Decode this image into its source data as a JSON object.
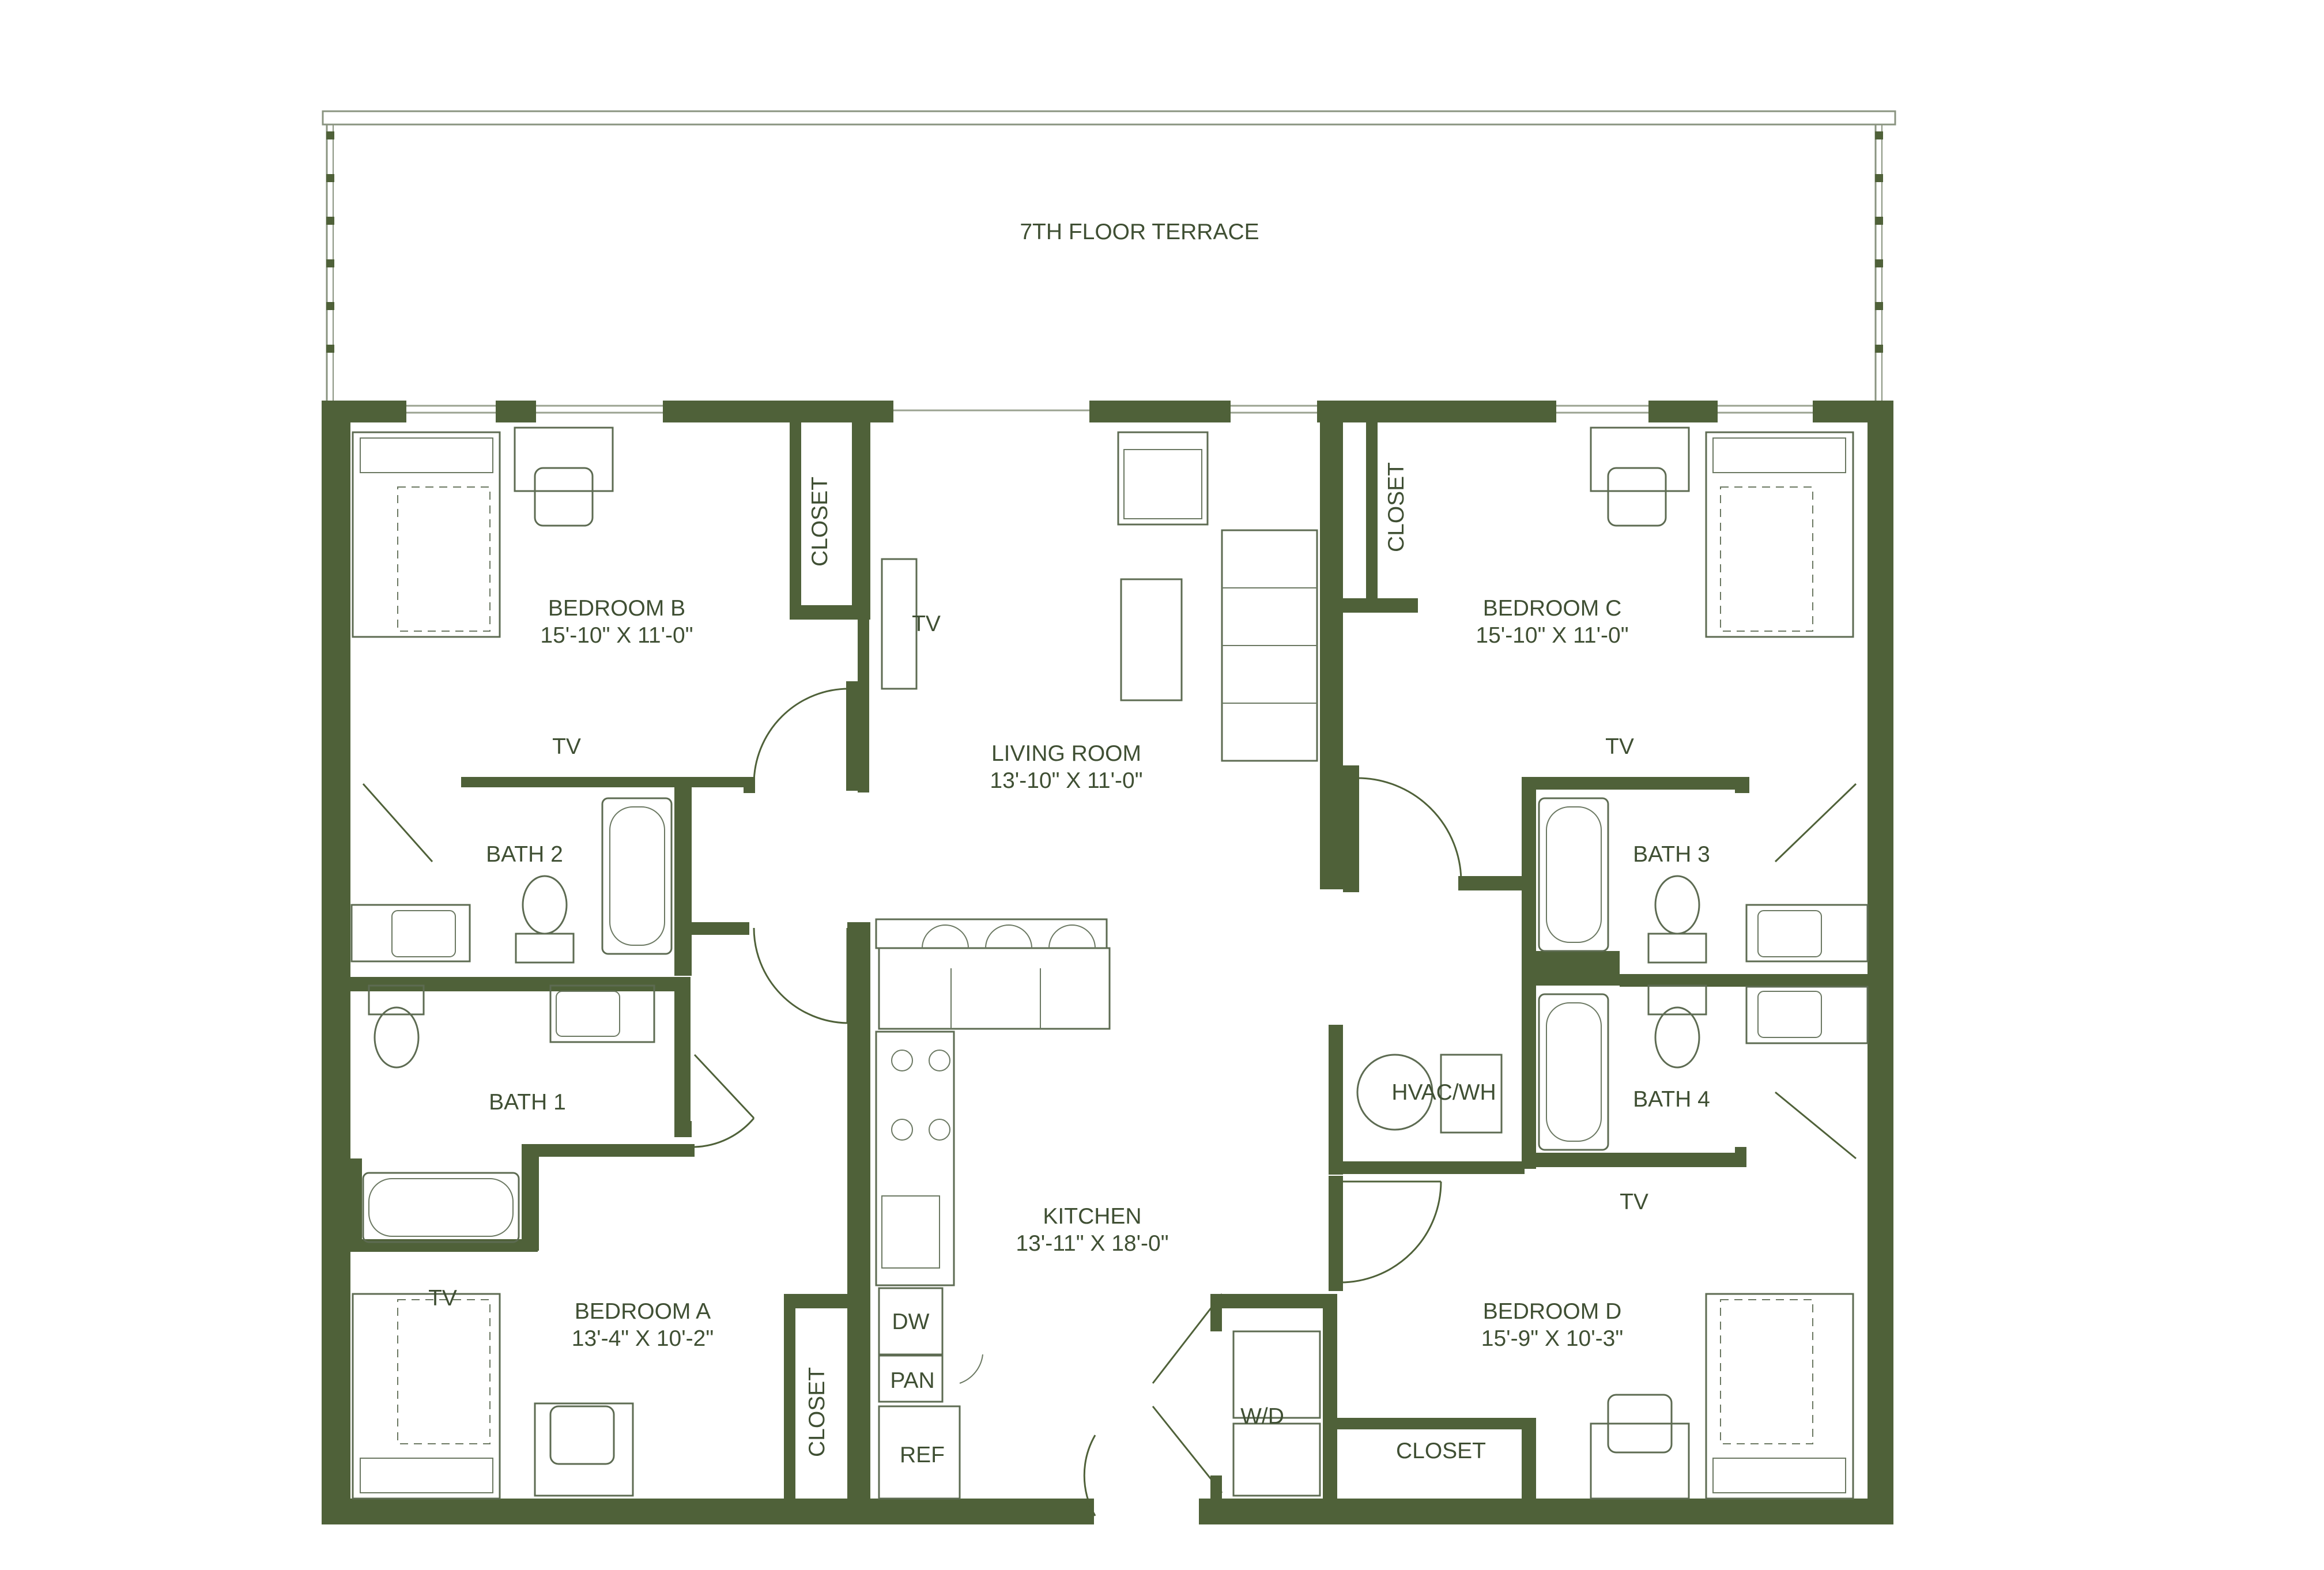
{
  "colors": {
    "wall": "#4f6139",
    "fixture": "#5d6b52",
    "label": "#3f4f33",
    "background": "#ffffff"
  },
  "terrace": {
    "label": "7TH FLOOR TERRACE"
  },
  "rooms": {
    "bedroom_b": {
      "name": "BEDROOM B",
      "dims": "15'-10\" X 11'-0\""
    },
    "bedroom_c": {
      "name": "BEDROOM C",
      "dims": "15'-10\" X 11'-0\""
    },
    "living_room": {
      "name": "LIVING ROOM",
      "dims": "13'-10\" X 11'-0\""
    },
    "kitchen": {
      "name": "KITCHEN",
      "dims": "13'-11\" X 18'-0\""
    },
    "bedroom_a": {
      "name": "BEDROOM A",
      "dims": "13'-4\" X 10'-2\""
    },
    "bedroom_d": {
      "name": "BEDROOM D",
      "dims": "15'-9\" X 10'-3\""
    },
    "bath_1": {
      "name": "BATH 1"
    },
    "bath_2": {
      "name": "BATH 2"
    },
    "bath_3": {
      "name": "BATH 3"
    },
    "bath_4": {
      "name": "BATH 4"
    },
    "hvac": {
      "name": "HVAC/WH"
    }
  },
  "closets": {
    "bedroom_b": "CLOSET",
    "bedroom_c": "CLOSET",
    "bedroom_a": "CLOSET",
    "bedroom_d": "CLOSET"
  },
  "tv": {
    "bedroom_b": "TV",
    "living_room": "TV",
    "bedroom_c": "TV",
    "bedroom_a": "TV",
    "bedroom_d": "TV"
  },
  "kitchen_fixtures": {
    "dishwasher": "DW",
    "pantry": "PAN",
    "refrigerator": "REF"
  },
  "laundry": {
    "label": "W/D"
  }
}
